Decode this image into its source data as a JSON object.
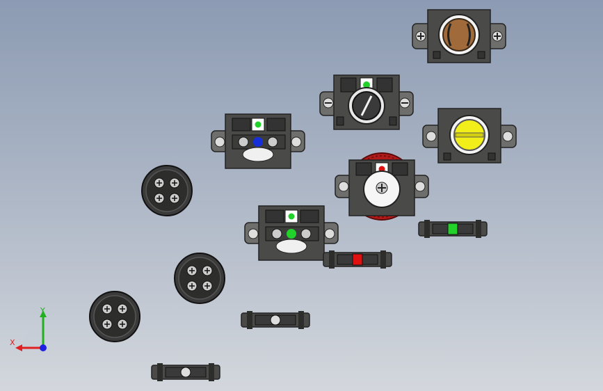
{
  "viewport": {
    "background_top": "#8c9bb3",
    "background_bottom": "#d3d7dd"
  },
  "colors": {
    "housing": "#4a4a48",
    "housing_dark": "#2d2d2c",
    "bracket": "#6e6e6c",
    "green": "#22d12a",
    "red": "#e01010",
    "blue": "#1530d8",
    "yellow": "#f2ee1a",
    "brown": "#a06a3a",
    "lamp_white": "#ffffff"
  },
  "triad": {
    "x_label": "X",
    "y_label": "Y",
    "x_color": "#e02020",
    "y_color": "#20b020",
    "z_color": "#2020e0"
  },
  "parts": [
    {
      "name": "brown-selector-switch",
      "kind": "switch",
      "accent": "brown"
    },
    {
      "name": "black-selector-switch",
      "kind": "switch",
      "accent": "green-indicator"
    },
    {
      "name": "blue-push-button",
      "kind": "switch",
      "accent": "blue"
    },
    {
      "name": "yellow-selector-switch",
      "kind": "switch",
      "accent": "yellow"
    },
    {
      "name": "red-mushroom-emergency-stop",
      "kind": "switch",
      "accent": "red"
    },
    {
      "name": "green-push-button",
      "kind": "switch",
      "accent": "green"
    },
    {
      "name": "contact-block-green",
      "kind": "bar",
      "accent": "green"
    },
    {
      "name": "contact-block-red",
      "kind": "bar",
      "accent": "red"
    },
    {
      "name": "contact-block-white-1",
      "kind": "bar",
      "accent": "white"
    },
    {
      "name": "contact-block-white-2",
      "kind": "bar",
      "accent": "white"
    },
    {
      "name": "round-terminal-cap-1",
      "kind": "round",
      "accent": "black"
    },
    {
      "name": "round-terminal-cap-2",
      "kind": "round",
      "accent": "black"
    },
    {
      "name": "round-terminal-cap-3",
      "kind": "round",
      "accent": "black"
    }
  ]
}
